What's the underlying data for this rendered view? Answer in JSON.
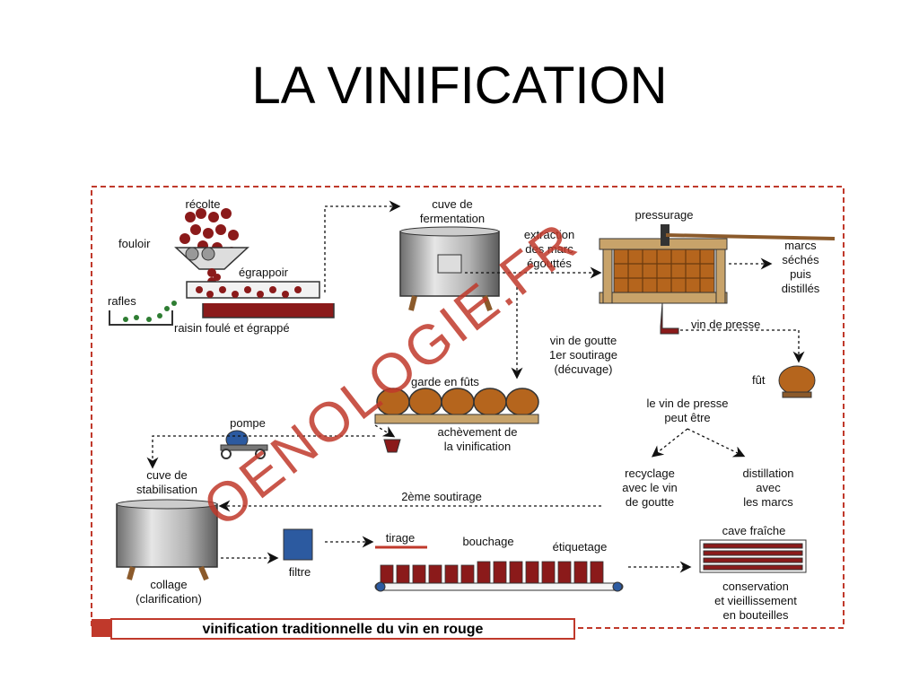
{
  "slide": {
    "title": "LA VINIFICATION"
  },
  "labels": {
    "recolte": "récolte",
    "fouloir": "fouloir",
    "egrappoir": "égrappoir",
    "rafles": "rafles",
    "raisin": "raisin foulé et égrappé",
    "cuve_ferm_1": "cuve de",
    "cuve_ferm_2": "fermentation",
    "extraction_1": "extraction",
    "extraction_2": "des marc",
    "extraction_3": "égouttés",
    "pressurage": "pressurage",
    "marcs_1": "marcs",
    "marcs_2": "séchés",
    "marcs_3": "puis",
    "marcs_4": "distillés",
    "vin_presse": "vin de presse",
    "fut": "fût",
    "goutte_1": "vin de goutte",
    "goutte_2": "1er soutirage",
    "goutte_3": "(décuvage)",
    "garde": "garde en fûts",
    "achevement_1": "achèvement de",
    "achevement_2": "la vinification",
    "pompe": "pompe",
    "presse_peut_1": "le vin de presse",
    "presse_peut_2": "peut être",
    "recyclage_1": "recyclage",
    "recyclage_2": "avec le vin",
    "recyclage_3": "de goutte",
    "distillation_1": "distillation",
    "distillation_2": "avec",
    "distillation_3": "les marcs",
    "cuve_stab_1": "cuve de",
    "cuve_stab_2": "stabilisation",
    "soutirage2": "2ème soutirage",
    "collage_1": "collage",
    "collage_2": "(clarification)",
    "filtre": "filtre",
    "tirage": "tirage",
    "bouchage": "bouchage",
    "etiquetage": "étiquetage",
    "cave": "cave fraîche",
    "conservation_1": "conservation",
    "conservation_2": "et vieillissement",
    "conservation_3": "en bouteilles"
  },
  "footer": "vinification traditionnelle du vin en rouge",
  "watermark": "OENOLOGIE.FR",
  "colors": {
    "wine": "#8b1a1a",
    "frame": "#c0392b",
    "wood": "#b5651d",
    "steel": "#8c8c8c"
  }
}
